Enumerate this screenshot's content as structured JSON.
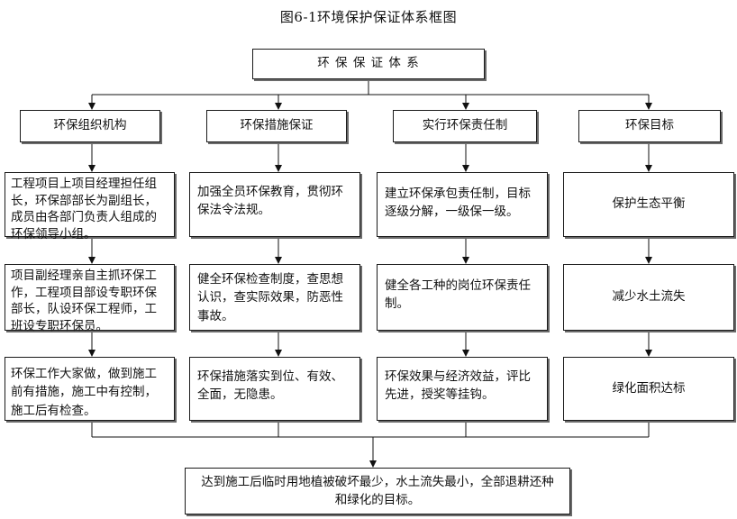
{
  "title": "图6-1环境保护保证体系框图",
  "root": "环 保 保 证 体 系",
  "categories": [
    "环保组织机构",
    "环保措施保证",
    "实行环保责任制",
    "环保目标"
  ],
  "columns": [
    [
      "工程项目上项目经理担任组长，环保部部长为副组长，成员由各部门负责人组成的环保领导小组。",
      "项目副经理亲自主抓环保工作，工程项目部设专职环保部长，队设环保工程师，工班设专职环保员。",
      "环保工作大家做，做到施工前有措施，施工中有控制，施工后有检查。"
    ],
    [
      "加强全员环保教育，贯彻环保法令法规。",
      "健全环保检查制度，查思想认识，查实际效果，防恶性事故。",
      "环保措施落实到位、有效、全面，无隐患。"
    ],
    [
      "建立环保承包责任制，目标逐级分解，一级保一级。",
      "健全各工种的岗位环保责任制。",
      "环保效果与经济效益，评比先进，授奖等挂钩。"
    ],
    [
      "保护生态平衡",
      "减少水土流失",
      "绿化面积达标"
    ]
  ],
  "goal": "达到施工后临时用地植被破坏最少，水土流失最小，全部退耕还种和绿化的目标。"
}
